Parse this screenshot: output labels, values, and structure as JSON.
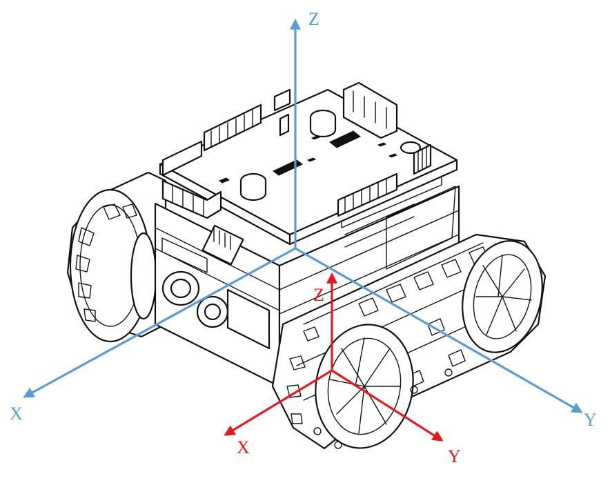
{
  "colors": {
    "world_axes": "#5b9bd5",
    "body_axes": "#e8171a",
    "line_art": "#111111"
  },
  "world_frame": {
    "x_label": "X",
    "y_label": "Y",
    "z_label": "Z"
  },
  "body_frame": {
    "x_label": "X",
    "y_label": "Y",
    "z_label": "Z"
  }
}
